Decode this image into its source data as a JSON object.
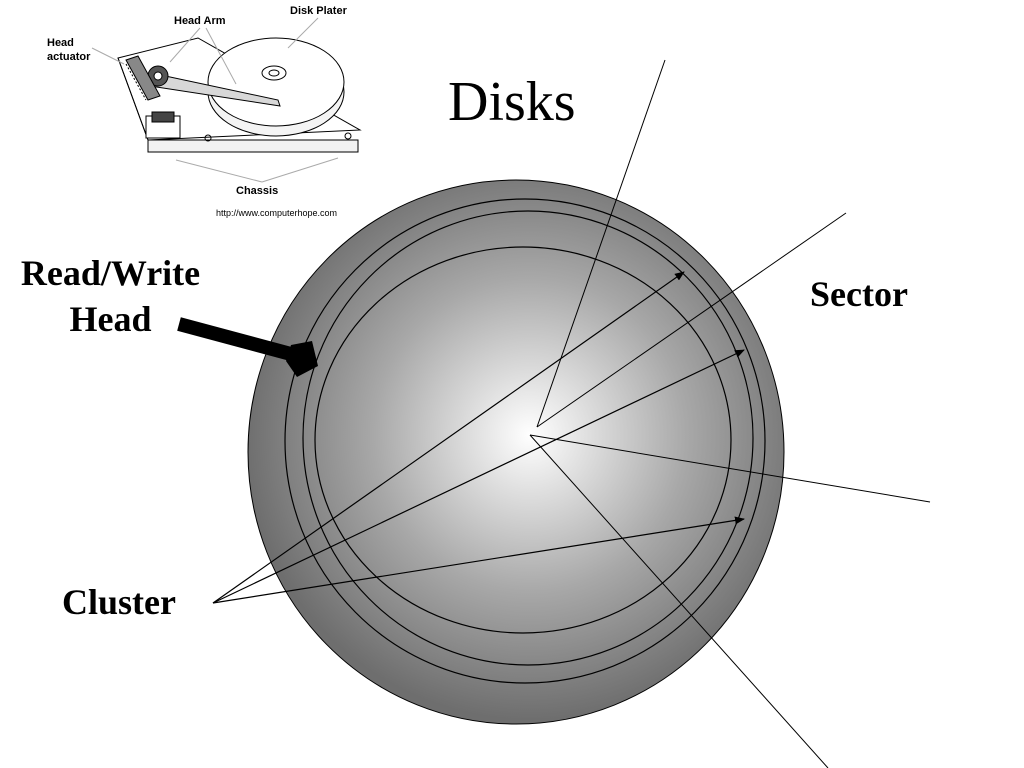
{
  "slide": {
    "title": "Disks",
    "labels": {
      "read_write_line1": "Read/Write",
      "read_write_line2": "Head",
      "sector": "Sector",
      "cluster": "Cluster"
    },
    "hdd_illustration": {
      "head_arm": "Head Arm",
      "disk_plater": "Disk Plater",
      "head_actuator_line1": "Head",
      "head_actuator_line2": "actuator",
      "chassis": "Chassis",
      "source_url": "http://www.computerhope.com"
    }
  },
  "colors": {
    "platter_edge": "#6e6e6e",
    "platter_center": "#ffffff",
    "stroke": "#000000"
  }
}
